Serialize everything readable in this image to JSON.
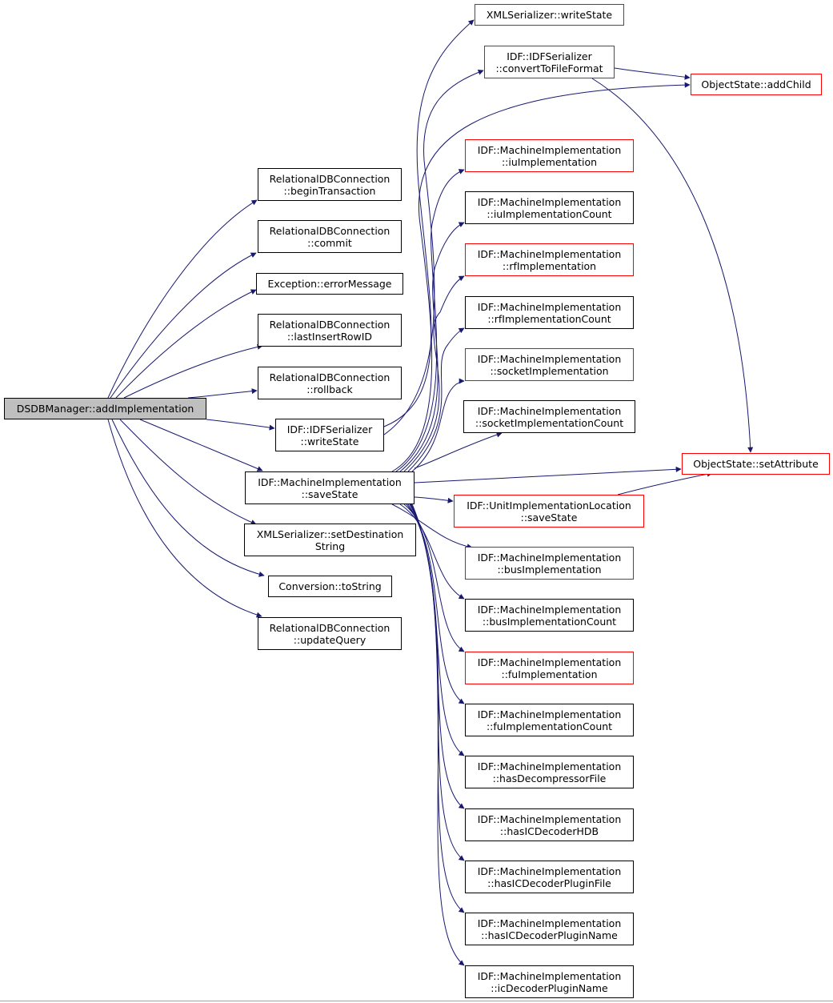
{
  "colors": {
    "edge": "#191970",
    "border_black": "#000000",
    "border_red": "#ff0000",
    "root_fill": "#bfbfbf"
  },
  "nodes": {
    "addImpl": {
      "lines": [
        "DSDBManager::addImplementation"
      ],
      "style": "root"
    },
    "beginTx": {
      "lines": [
        "RelationalDBConnection",
        "::beginTransaction"
      ],
      "style": "black"
    },
    "commit": {
      "lines": [
        "RelationalDBConnection",
        "::commit"
      ],
      "style": "black"
    },
    "errorMsg": {
      "lines": [
        "Exception::errorMessage"
      ],
      "style": "black"
    },
    "lastInsert": {
      "lines": [
        "RelationalDBConnection",
        "::lastInsertRowID"
      ],
      "style": "black"
    },
    "rollback": {
      "lines": [
        "RelationalDBConnection",
        "::rollback"
      ],
      "style": "black"
    },
    "idfWriteState": {
      "lines": [
        "IDF::IDFSerializer",
        "::writeState"
      ],
      "style": "black"
    },
    "miSaveState": {
      "lines": [
        "IDF::MachineImplementation",
        "::saveState"
      ],
      "style": "black"
    },
    "setDest": {
      "lines": [
        "XMLSerializer::setDestination",
        "String"
      ],
      "style": "black"
    },
    "toString": {
      "lines": [
        "Conversion::toString"
      ],
      "style": "black"
    },
    "updateQuery": {
      "lines": [
        "RelationalDBConnection",
        "::updateQuery"
      ],
      "style": "black"
    },
    "xmlWriteState": {
      "lines": [
        "XMLSerializer::writeState"
      ],
      "style": "red"
    },
    "convertToFile": {
      "lines": [
        "IDF::IDFSerializer",
        "::convertToFileFormat"
      ],
      "style": "red"
    },
    "addChild": {
      "lines": [
        "ObjectState::addChild"
      ],
      "style": "red"
    },
    "iuImpl": {
      "lines": [
        "IDF::MachineImplementation",
        "::iuImplementation"
      ],
      "style": "red"
    },
    "iuImplCount": {
      "lines": [
        "IDF::MachineImplementation",
        "::iuImplementationCount"
      ],
      "style": "black"
    },
    "rfImpl": {
      "lines": [
        "IDF::MachineImplementation",
        "::rfImplementation"
      ],
      "style": "red"
    },
    "rfImplCount": {
      "lines": [
        "IDF::MachineImplementation",
        "::rfImplementationCount"
      ],
      "style": "black"
    },
    "socketImpl": {
      "lines": [
        "IDF::MachineImplementation",
        "::socketImplementation"
      ],
      "style": "red"
    },
    "socketImplCount": {
      "lines": [
        "IDF::MachineImplementation",
        "::socketImplementationCount"
      ],
      "style": "black"
    },
    "setAttr": {
      "lines": [
        "ObjectState::setAttribute"
      ],
      "style": "red"
    },
    "uilSaveState": {
      "lines": [
        "IDF::UnitImplementationLocation",
        "::saveState"
      ],
      "style": "red"
    },
    "busImpl": {
      "lines": [
        "IDF::MachineImplementation",
        "::busImplementation"
      ],
      "style": "red"
    },
    "busImplCount": {
      "lines": [
        "IDF::MachineImplementation",
        "::busImplementationCount"
      ],
      "style": "black"
    },
    "fuImpl": {
      "lines": [
        "IDF::MachineImplementation",
        "::fuImplementation"
      ],
      "style": "red"
    },
    "fuImplCount": {
      "lines": [
        "IDF::MachineImplementation",
        "::fuImplementationCount"
      ],
      "style": "black"
    },
    "hasDecomp": {
      "lines": [
        "IDF::MachineImplementation",
        "::hasDecompressorFile"
      ],
      "style": "black"
    },
    "hasICHDB": {
      "lines": [
        "IDF::MachineImplementation",
        "::hasICDecoderHDB"
      ],
      "style": "black"
    },
    "hasICPluginFile": {
      "lines": [
        "IDF::MachineImplementation",
        "::hasICDecoderPluginFile"
      ],
      "style": "black"
    },
    "hasICPluginName": {
      "lines": [
        "IDF::MachineImplementation",
        "::hasICDecoderPluginName"
      ],
      "style": "black"
    },
    "icPluginName": {
      "lines": [
        "IDF::MachineImplementation",
        "::icDecoderPluginName"
      ],
      "style": "black"
    }
  },
  "edges": [
    [
      "addImpl",
      "beginTx"
    ],
    [
      "addImpl",
      "commit"
    ],
    [
      "addImpl",
      "errorMsg"
    ],
    [
      "addImpl",
      "lastInsert"
    ],
    [
      "addImpl",
      "rollback"
    ],
    [
      "addImpl",
      "idfWriteState"
    ],
    [
      "addImpl",
      "miSaveState"
    ],
    [
      "addImpl",
      "setDest"
    ],
    [
      "addImpl",
      "toString"
    ],
    [
      "addImpl",
      "updateQuery"
    ],
    [
      "idfWriteState",
      "xmlWriteState"
    ],
    [
      "idfWriteState",
      "convertToFile"
    ],
    [
      "convertToFile",
      "addChild"
    ],
    [
      "convertToFile",
      "setAttr"
    ],
    [
      "miSaveState",
      "addChild"
    ],
    [
      "miSaveState",
      "iuImpl"
    ],
    [
      "miSaveState",
      "iuImplCount"
    ],
    [
      "miSaveState",
      "rfImpl"
    ],
    [
      "miSaveState",
      "rfImplCount"
    ],
    [
      "miSaveState",
      "socketImpl"
    ],
    [
      "miSaveState",
      "socketImplCount"
    ],
    [
      "miSaveState",
      "setAttr"
    ],
    [
      "miSaveState",
      "uilSaveState"
    ],
    [
      "miSaveState",
      "busImpl"
    ],
    [
      "miSaveState",
      "busImplCount"
    ],
    [
      "miSaveState",
      "fuImpl"
    ],
    [
      "miSaveState",
      "fuImplCount"
    ],
    [
      "miSaveState",
      "hasDecomp"
    ],
    [
      "miSaveState",
      "hasICHDB"
    ],
    [
      "miSaveState",
      "hasICPluginFile"
    ],
    [
      "miSaveState",
      "hasICPluginName"
    ],
    [
      "miSaveState",
      "icPluginName"
    ],
    [
      "uilSaveState",
      "setAttr"
    ]
  ]
}
